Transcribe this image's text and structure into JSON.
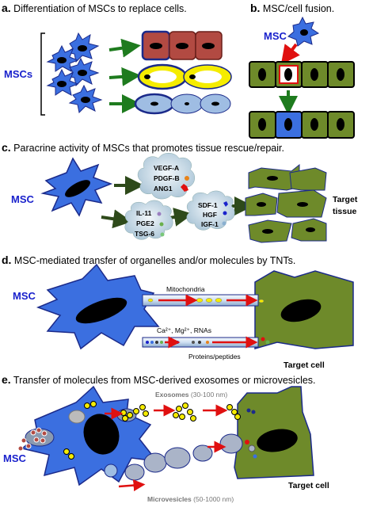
{
  "panels": {
    "a": {
      "letter": "a.",
      "title": " Differentiation of MSCs to replace cells.",
      "msc_label": "MSCs"
    },
    "b": {
      "letter": "b.",
      "title": " MSC/cell fusion.",
      "msc_label": "MSC"
    },
    "c": {
      "letter": "c.",
      "title": " Paracrine activity of MSCs that promotes tissue rescue/repair.",
      "msc_label": "MSC",
      "factors_1": [
        "VEGF-A",
        "PDGF-B",
        "ANG1"
      ],
      "factors_2": [
        "IL-11",
        "PGE2",
        "TSG-6"
      ],
      "factors_3": [
        "SDF-1",
        "HGF",
        "IGF-1"
      ],
      "target_1": "Target",
      "target_2": "tissue"
    },
    "d": {
      "letter": "d.",
      "title": " MSC-mediated transfer of organelles and/or molecules by TNTs.",
      "msc_label": "MSC",
      "mito_label": "Mitochondria",
      "ions_label": "Ca²⁺, Mg²⁺, RNAs",
      "proteins_label": "Proteins/peptides",
      "target_label": "Target cell"
    },
    "e": {
      "letter": "e.",
      "title": " Transfer of molecules from MSC-derived exosomes or microvesicles.",
      "msc_label": "MSC",
      "exo_bold": "Exosomes",
      "exo_range": " (30-100 nm)",
      "mv_bold": "Microvesicles",
      "mv_range": " (50-1000 nm)",
      "target_label": "Target cell"
    }
  },
  "colors": {
    "msc_blue": "#3b6fe0",
    "outline_dark_blue": "#1b2a8a",
    "arrow_green": "#1e7b1e",
    "arrow_red": "#e01010",
    "tissue_green": "#6e8a2a",
    "muscle_red": "#b24a42",
    "fat_yellow": "#f5ec00",
    "bone_lightblue": "#9fbde3",
    "label_blue": "#1a22cc"
  }
}
